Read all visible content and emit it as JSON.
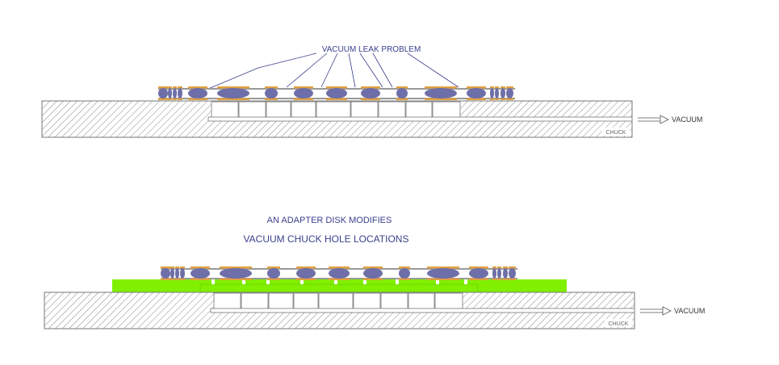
{
  "labels": {
    "leak": "VACUUM LEAK PROBLEM",
    "adapter_line1": "AN ADAPTER DISK MODIFIES",
    "adapter_line2": "VACUUM CHUCK HOLE LOCATIONS",
    "vacuum": "VACUUM",
    "chuck": "CHUCK"
  },
  "colors": {
    "bump": "#6e6ea8",
    "pad": "#e0a040",
    "adapter": "#80f000",
    "hatch": "#888888",
    "text": "#3a3f8c"
  }
}
